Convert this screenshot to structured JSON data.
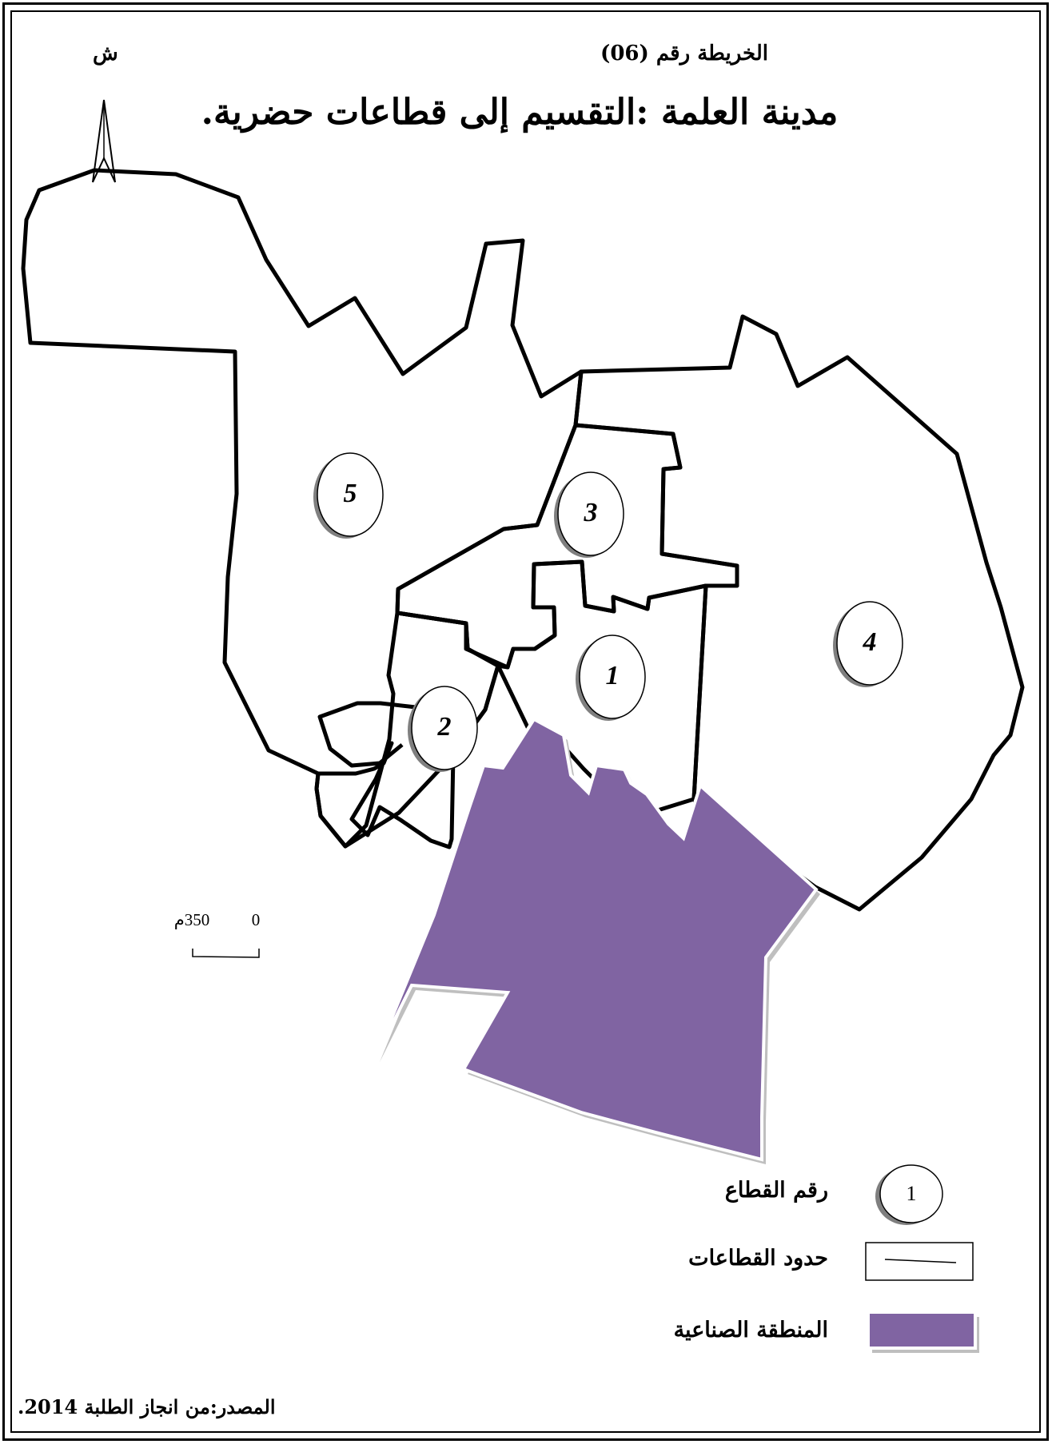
{
  "map_number": "الخريطة رقم  (06)",
  "north_label": "ش",
  "title": "مدينة العلمة :التقسيم إلى قطاعات حضرية.",
  "sectors": [
    "1",
    "2",
    "3",
    "4",
    "5"
  ],
  "scale": {
    "zero": "0",
    "distance": "350م"
  },
  "legend": {
    "sample_number": "1",
    "sector_number": "رقم القطاع",
    "sector_boundaries": "حدود القطاعات",
    "industrial_zone": "المنطقة الصناعية"
  },
  "source": "المصدر:من انجاز الطلبة 2014.",
  "colors": {
    "industrial_zone": "#8064a2",
    "boundary": "#000000"
  }
}
